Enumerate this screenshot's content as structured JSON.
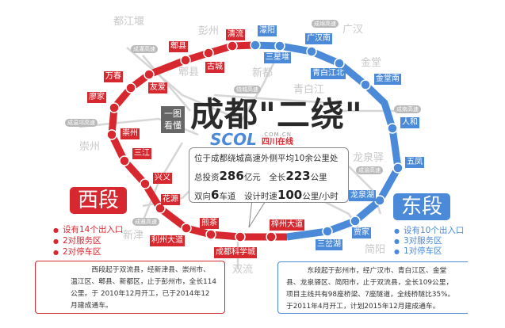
{
  "title": {
    "tag": "一图看懂",
    "main": "成都\"二绕\"",
    "logo": "SCOL",
    "logo_domain": ".COM.CN",
    "logo_sub": "四川在线"
  },
  "colors": {
    "west": "#d8282f",
    "east": "#4a8ad8"
  },
  "summary": {
    "line1": "位于成都绕城高速外侧平均10余公里处",
    "invest_pre": "总投资",
    "invest": "286",
    "invest_unit": "亿元",
    "len_pre": "全长",
    "len": "223",
    "len_unit": "公里",
    "lanes_pre": "双向",
    "lanes": "6",
    "lanes_unit": "车道",
    "speed_pre": "设计时速",
    "speed": "100",
    "speed_unit": "公里/小时"
  },
  "west": {
    "label": "西段",
    "bullets": [
      "设有14个出入口",
      "2对服务区",
      "2对停车区"
    ],
    "desc": "西段起于双流县，经新津县、崇州市、温江区、郫县、新都区，止于彭州市，全长114公里。于 2010年12月开工，已于2014年12月建成通车。",
    "stations": [
      "清流",
      "郫县",
      "古城",
      "万春",
      "友爱",
      "廖家",
      "崇州",
      "三江",
      "兴义",
      "花源",
      "利州大道",
      "煎茶",
      "成都科学城",
      "梓州大道"
    ]
  },
  "east": {
    "label": "东段",
    "bullets": [
      "设有10个出入口",
      "3对服务区",
      "1对停车区"
    ],
    "desc": "东段起于彭州市，经广汉市、青白江区、金堂县、龙泉驿区、简阳市，止于双流县，全长109公里，项目主线共有98座桥梁、7座隧道，全线桥隧比35%。于2011年4月开工，计划2015年12月建成通车。",
    "stations": [
      "濛阳",
      "三星堆",
      "广汉南",
      "青白江北",
      "金堂南",
      "人和",
      "五凤",
      "龙泉湖",
      "贾家",
      "三岔湖"
    ]
  },
  "places": [
    "都江堰",
    "彭州",
    "郫县",
    "新都",
    "青白江",
    "广汉",
    "金堂",
    "崇州",
    "龙泉驿",
    "新津",
    "双流",
    "简阳"
  ],
  "highways": [
    "成灌高速",
    "绕城高速",
    "成温邛高速",
    "成绵高速",
    "成南高速",
    "成渝高速",
    "成雅高速"
  ]
}
